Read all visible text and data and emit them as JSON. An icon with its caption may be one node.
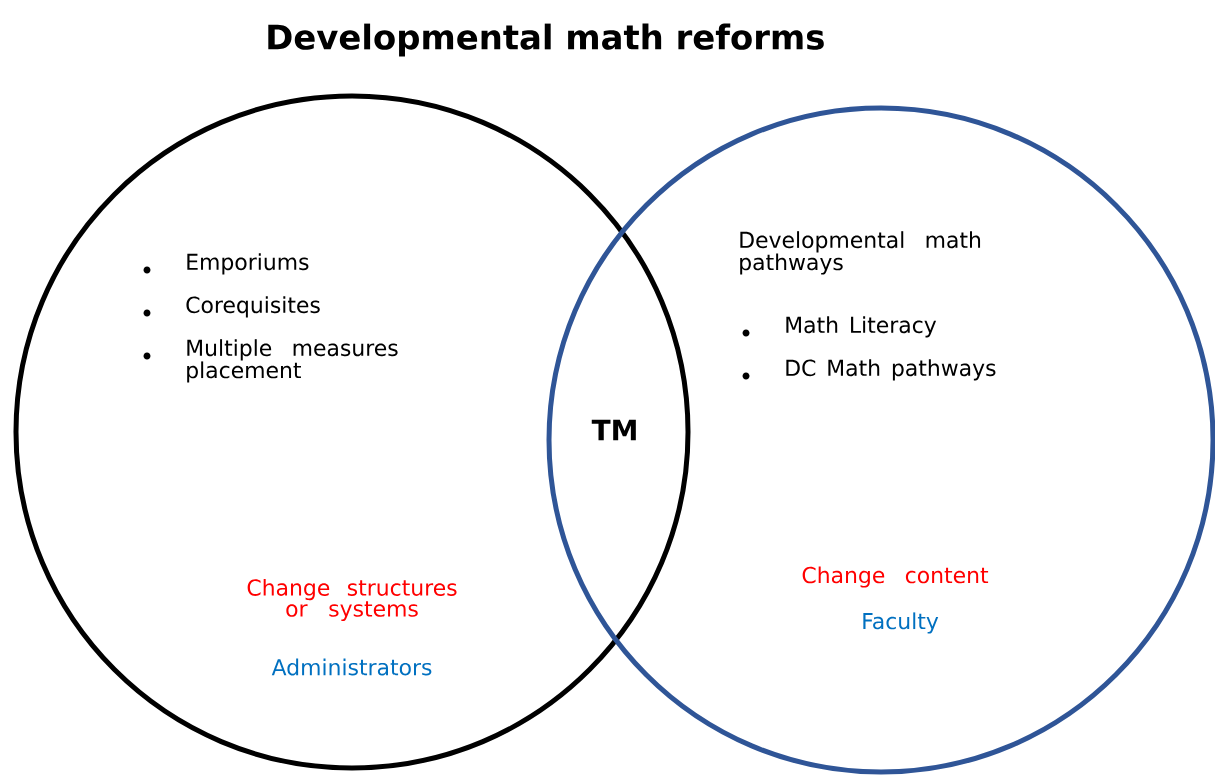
{
  "diagram": {
    "title": "Developmental math reforms",
    "nodes": [
      {
        "text": [
          "Emporiums",
          "Corequisites",
          "Multiple measures placement",
          "Change structures or systems",
          "Administrators"
        ]
      },
      {
        "text": [
          "Developmental math pathways",
          "Math Literacy",
          "DC Math pathways",
          "Change content",
          "Faculty"
        ]
      }
    ],
    "labels": [
      "TM"
    ]
  }
}
